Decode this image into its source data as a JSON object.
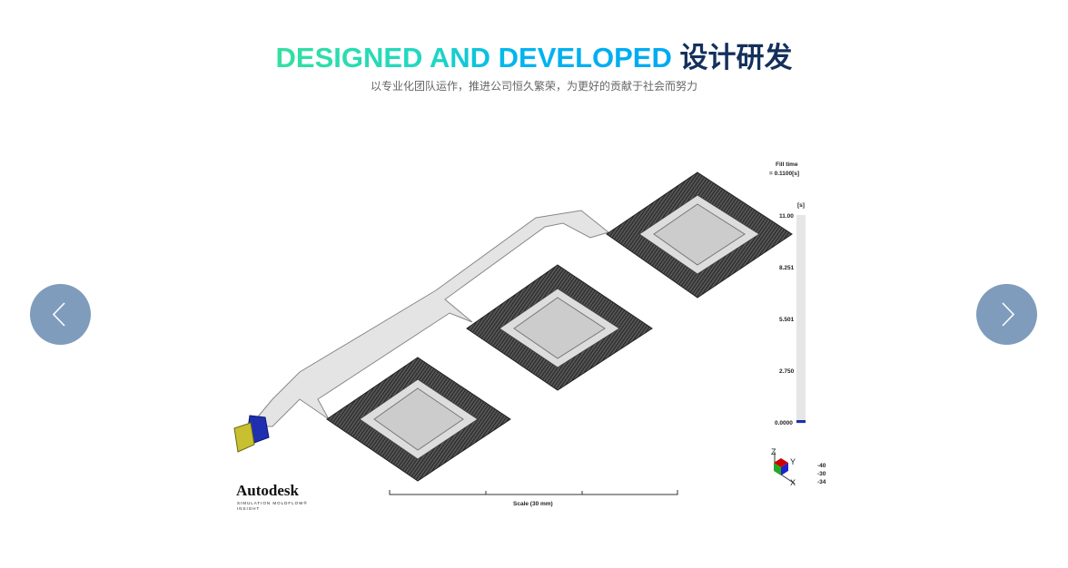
{
  "header": {
    "title_en": "DESIGNED AND DEVELOPED",
    "title_cn": "设计研发",
    "subtitle": "以专业化团队运作，推进公司恒久繁荣，为更好的贡献于社会而努力"
  },
  "carousel": {
    "prev_icon": "chevron-left-icon",
    "next_icon": "chevron-right-icon",
    "button_color": "#7f9cbc"
  },
  "simulation": {
    "legend_title": "Fill time",
    "legend_value": "= 0.1100[s]",
    "unit": "[s]",
    "ticks": [
      "11.00",
      "8.251",
      "5.501",
      "2.750",
      "0.0000"
    ],
    "axis_values": [
      "-40",
      "-30",
      "-34"
    ],
    "axis_labels": {
      "z": "Z",
      "y": "Y",
      "x": "X"
    },
    "scale_label": "Scale (30 mm)",
    "brand": "Autodesk",
    "brand_sub1": "SIMULATION MOLDFLOW®",
    "brand_sub2": "INSIGHT"
  }
}
